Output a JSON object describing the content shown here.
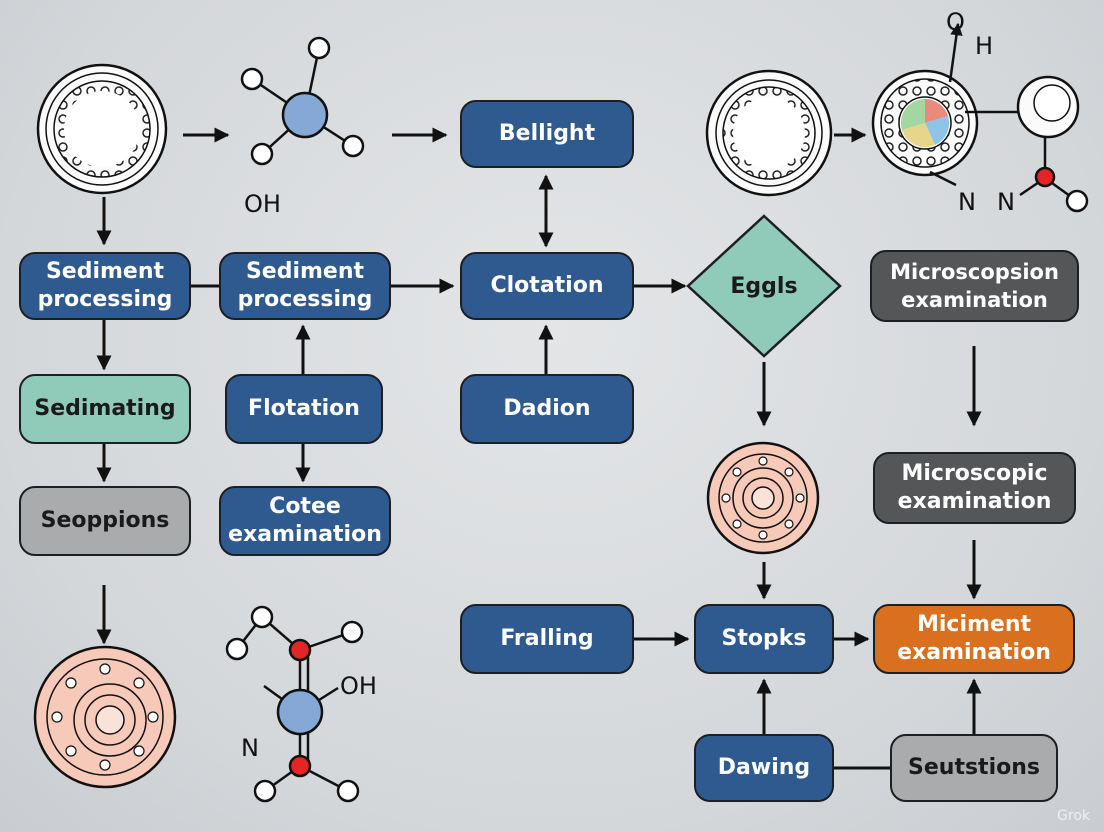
{
  "nodes": {
    "sediment_processing_1": "Sediment\nprocessing",
    "sediment_processing_2": "Sediment\nprocessing",
    "bellight": "Bellight",
    "clotation": "Clotation",
    "eggls": "Eggls",
    "microscopion_examination": "Microscopsion\nexamination",
    "sedimating": "Sedimating",
    "flotation": "Flotation",
    "dadion": "Dadion",
    "seoppions": "Seoppions",
    "cotee_examination": "Cotee\nexamination",
    "microscopic_examination": "Microscopic\nexamination",
    "fralling": "Fralling",
    "stopks": "Stopks",
    "miciment_examination": "Miciment\nexamination",
    "dawing": "Dawing",
    "seutstions": "Seutstions"
  },
  "chem_labels": {
    "oh_top": "OH",
    "o_right": "O",
    "h_right": "H",
    "n_right_1": "N",
    "n_right_2": "N",
    "oh_bottom": "OH",
    "n_bottom": "N"
  },
  "watermark": "Grok",
  "colors": {
    "blue": "#2f5a8f",
    "teal": "#8fcbb8",
    "gray": "#a9abad",
    "dark_gray": "#545658",
    "orange": "#d9701f",
    "egg_pink": "#f7c9b9"
  }
}
